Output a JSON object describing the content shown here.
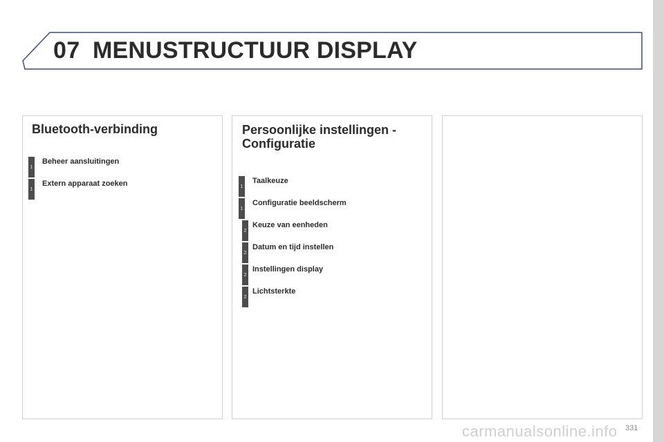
{
  "header": {
    "chapter": "07",
    "title": "MENUSTRUCTUUR DISPLAY"
  },
  "panels": [
    {
      "title": "Bluetooth-verbinding",
      "items": [
        {
          "level": "1",
          "label": "Beheer aansluitingen"
        },
        {
          "level": "1",
          "label": "Extern apparaat zoeken"
        }
      ]
    },
    {
      "title_line1": "Persoonlijke instellingen -",
      "title_line2": "Configuratie",
      "items": [
        {
          "level": "1",
          "label": "Taalkeuze"
        },
        {
          "level": "1",
          "label": "Configuratie beeldscherm"
        },
        {
          "level": "2",
          "label": "Keuze van eenheden"
        },
        {
          "level": "2",
          "label": "Datum en tijd instellen"
        },
        {
          "level": "2",
          "label": "Instellingen display"
        },
        {
          "level": "2",
          "label": "Lichtsterkte"
        }
      ]
    },
    {
      "title": "",
      "items": []
    }
  ],
  "page_number": "331",
  "watermark": "carmanualsonline.info",
  "colors": {
    "header_frame": "#3a4f7a",
    "badge": "#4d4d4d",
    "panel_border": "#d0d0d0",
    "side_strip": "#d6d6d6"
  }
}
